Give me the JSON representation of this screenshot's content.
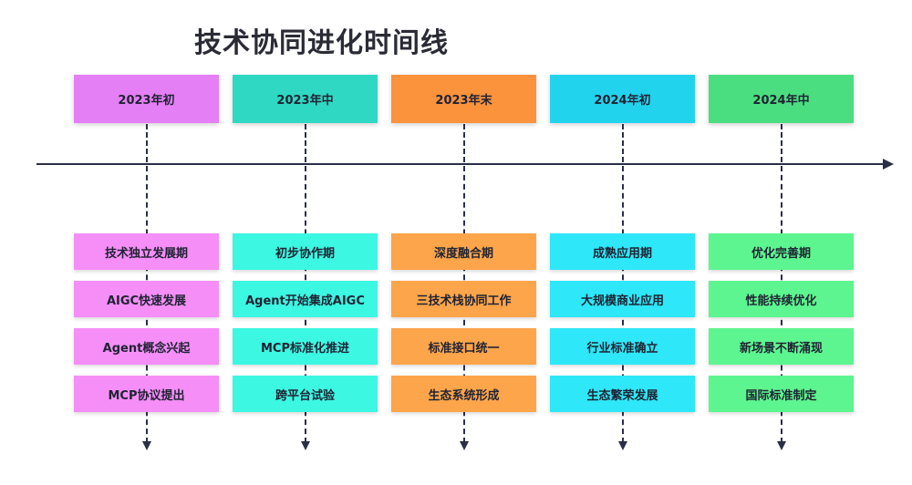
{
  "title": "技术协同进化时间线",
  "colors": {
    "axis": "#2a2f45",
    "phase_header": [
      "#e57ff5",
      "#2ed8c3",
      "#fb923c",
      "#22d3ee",
      "#4ade80"
    ],
    "phase_items": [
      "#f58ef7",
      "#3cf7e2",
      "#fda54a",
      "#2ee7f8",
      "#5df58f"
    ]
  },
  "phases": [
    {
      "label": "2023年初",
      "items": [
        "技术独立发展期",
        "AIGC快速发展",
        "Agent概念兴起",
        "MCP协议提出"
      ]
    },
    {
      "label": "2023年中",
      "items": [
        "初步协作期",
        "Agent开始集成AIGC",
        "MCP标准化推进",
        "跨平台试验"
      ]
    },
    {
      "label": "2023年末",
      "items": [
        "深度融合期",
        "三技术栈协同工作",
        "标准接口统一",
        "生态系统形成"
      ]
    },
    {
      "label": "2024年初",
      "items": [
        "成熟应用期",
        "大规模商业应用",
        "行业标准确立",
        "生态繁荣发展"
      ]
    },
    {
      "label": "2024年中",
      "items": [
        "优化完善期",
        "性能持续优化",
        "新场景不断涌现",
        "国际标准制定"
      ]
    }
  ]
}
